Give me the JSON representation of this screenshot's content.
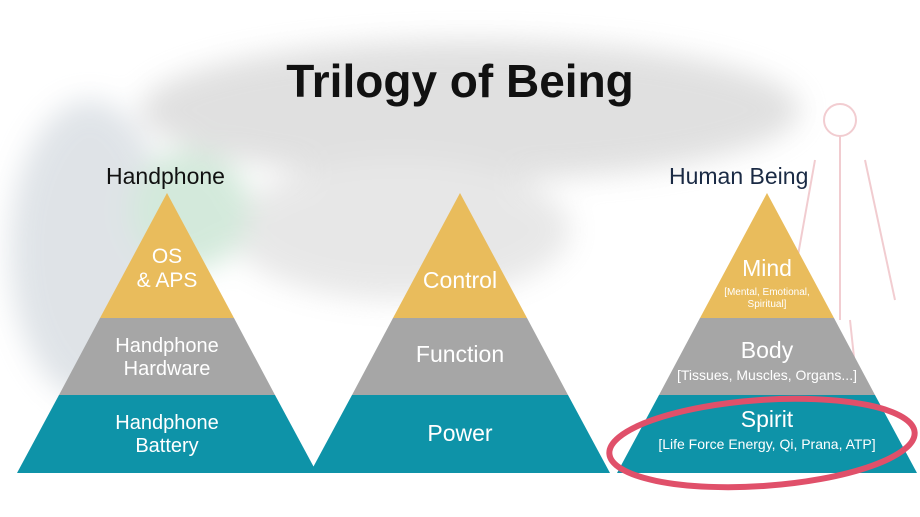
{
  "title": "Trilogy of Being",
  "colors": {
    "top": "#E9BC5C",
    "middle": "#A6A6A6",
    "bottom": "#0E93A8",
    "circle": "#E0506A"
  },
  "pyramids": [
    {
      "label": "Handphone",
      "top": [
        "OS",
        "& APS"
      ],
      "middle": [
        "Handphone",
        "Hardware"
      ],
      "bottom": [
        "Handphone",
        "Battery"
      ]
    },
    {
      "label": "",
      "top": [
        "Control"
      ],
      "middle": [
        "Function"
      ],
      "bottom": [
        "Power"
      ]
    },
    {
      "label": "Human Being",
      "top": [
        "Mind"
      ],
      "top_sub": [
        "[Mental, Emotional,",
        "Spiritual]"
      ],
      "middle": [
        "Body"
      ],
      "middle_sub": [
        "[Tissues, Muscles, Organs...]"
      ],
      "bottom": [
        "Spirit"
      ],
      "bottom_sub": [
        "[Life Force Energy, Qi,  Prana, ATP]"
      ]
    }
  ]
}
